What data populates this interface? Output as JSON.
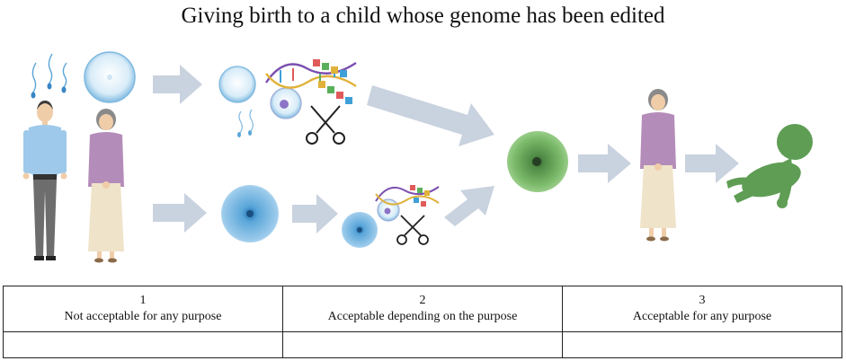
{
  "title": "Giving birth to a child whose genome has been edited",
  "colors": {
    "arrow": "#c9d2df",
    "egg_blue": "#5aa6d9",
    "embryo_green": "#6fae5f",
    "baby_green": "#5f9d55",
    "shirt": "#9ec9ea",
    "trousers": "#6d6d6d",
    "cardigan": "#b48cb9",
    "skirt": "#efe3c9",
    "skin": "#f0cda9"
  },
  "icons": [
    "sperm-icon",
    "egg-cell-icon",
    "dna-helix-icon",
    "scissors-icon",
    "embryo-icon",
    "baby-icon"
  ],
  "scale": [
    {
      "number": "1",
      "label": "Not acceptable for any purpose"
    },
    {
      "number": "2",
      "label": "Acceptable depending on the purpose"
    },
    {
      "number": "3",
      "label": "Acceptable for any purpose"
    }
  ]
}
